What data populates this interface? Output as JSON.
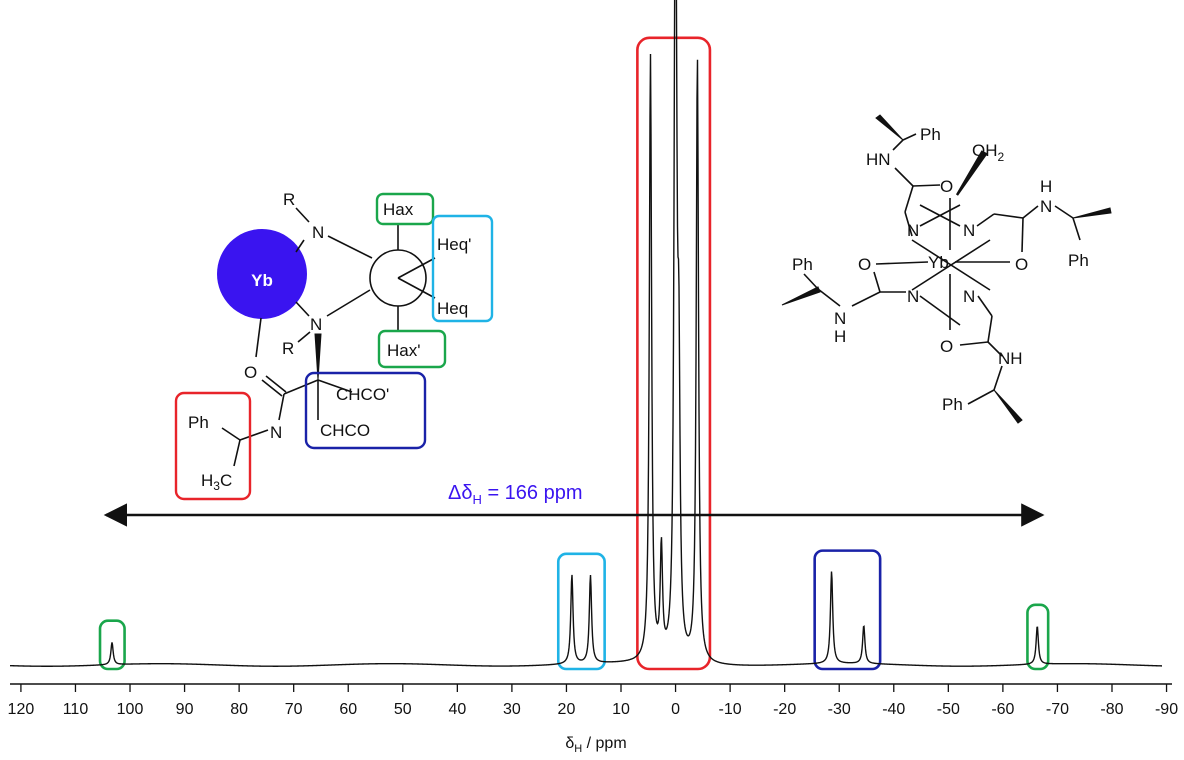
{
  "chart_data": {
    "type": "line",
    "title": "",
    "xlabel_main": "δ",
    "xlabel_sub": "H",
    "xlabel_unit": " / ppm",
    "ylabel": "",
    "xlim": [
      122,
      -91
    ],
    "x_reversed": true,
    "grid": false,
    "ticks": [
      120,
      110,
      100,
      90,
      80,
      70,
      60,
      50,
      40,
      30,
      20,
      10,
      0,
      -10,
      -20,
      -30,
      -40,
      -50,
      -60,
      -70,
      -80,
      -90
    ],
    "tick_labels": [
      "120",
      "110",
      "100",
      "90",
      "80",
      "70",
      "60",
      "50",
      "40",
      "30",
      "20",
      "10",
      "0",
      "-10",
      "-20",
      "-30",
      "-40",
      "-50",
      "-60",
      "-70",
      "-80",
      "-90"
    ],
    "series": [
      {
        "peaks": [
          {
            "ppm": 103.3,
            "height": 0.035
          },
          {
            "ppm": 19.0,
            "height": 0.14
          },
          {
            "ppm": 15.6,
            "height": 0.138
          },
          {
            "ppm": 4.6,
            "height": 0.95
          },
          {
            "ppm": 2.6,
            "height": 0.17
          },
          {
            "ppm": 0.1,
            "height": 0.79
          },
          {
            "ppm": -0.1,
            "height": 0.6
          },
          {
            "ppm": -0.6,
            "height": 0.4
          },
          {
            "ppm": -4.0,
            "height": 0.95
          },
          {
            "ppm": -28.6,
            "height": 0.145
          },
          {
            "ppm": -34.5,
            "height": 0.06
          },
          {
            "ppm": -66.3,
            "height": 0.06
          }
        ]
      }
    ],
    "annotations": {
      "delta_text_main": "Δδ",
      "delta_text_sub": "H",
      "delta_text_value": " = 166 ppm",
      "delta_from_ppm": 103.3,
      "delta_to_ppm": -66.3,
      "boxes": [
        {
          "from_ppm": 105.5,
          "to_ppm": 101.0,
          "color": "green"
        },
        {
          "from_ppm": 21.5,
          "to_ppm": 13.0,
          "color": "lightblue"
        },
        {
          "from_ppm": 7.0,
          "to_ppm": -6.3,
          "color": "red"
        },
        {
          "from_ppm": -25.5,
          "to_ppm": -37.5,
          "color": "darkblue"
        },
        {
          "from_ppm": -64.5,
          "to_ppm": -68.3,
          "color": "green"
        }
      ]
    },
    "colors": {
      "green": "#1aa64b",
      "lightblue": "#1fb3e6",
      "red": "#e8242a",
      "darkblue": "#1a22a8",
      "yb_fill": "#3a14f0",
      "delta_text": "#3a14f0"
    }
  },
  "structure_left": {
    "yb_label": "Yb",
    "r_top": "R",
    "n_top": "N",
    "r_bottom": "R",
    "n_bottom": "N",
    "o_label": "O",
    "n_amide": "N",
    "ph": "Ph",
    "ch3": "H",
    "ch3_sub": "3",
    "ch3_c": "C",
    "hax": "Hax",
    "heq_prime": "Heq'",
    "heq": "Heq",
    "hax_prime": "Hax'",
    "chco_prime": "CHCO'",
    "chco": "CHCO"
  },
  "structure_right": {
    "ph_top": "Ph",
    "oh2_main": "OH",
    "oh2_sub": "2",
    "hn_top": "HN",
    "o_top": "O",
    "n_tl": "N",
    "n_tr": "N",
    "h_right": "H",
    "n_right_amide": "N",
    "ph_left": "Ph",
    "o_left": "O",
    "yb": "Yb",
    "o_right": "O",
    "ph_right": "Ph",
    "n_bl": "N",
    "n_br": "N",
    "n_left_amide": "N",
    "h_left": "H",
    "o_bottom": "O",
    "nh_bottom": "NH",
    "ph_bottom": "Ph"
  }
}
